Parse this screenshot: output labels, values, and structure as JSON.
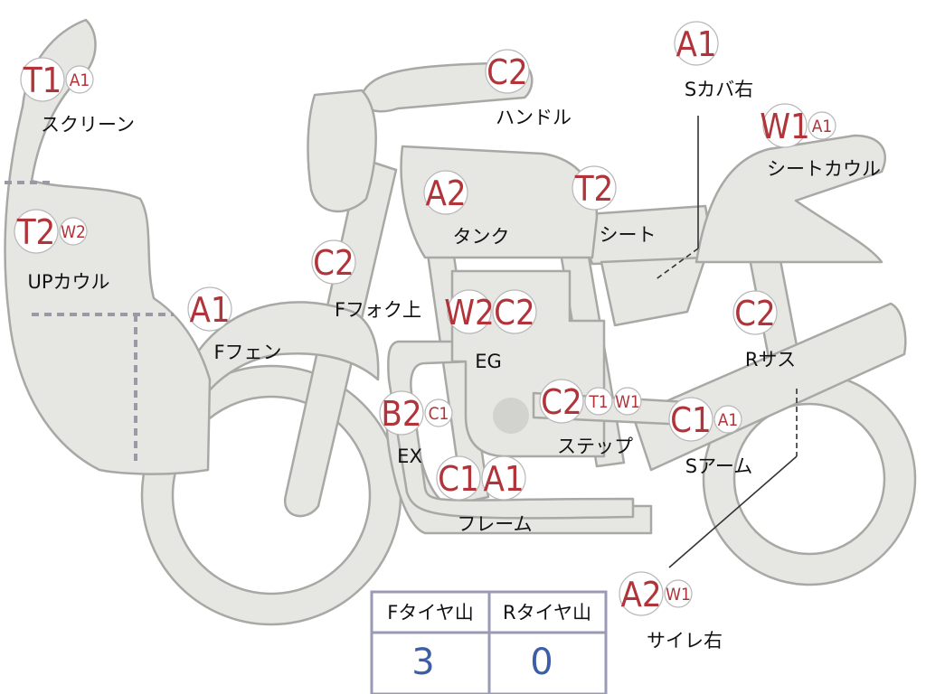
{
  "parts": [
    {
      "id": "screen",
      "label": "スクリーン",
      "badges": [
        {
          "code": "T1",
          "size": "lg"
        },
        {
          "code": "A1",
          "size": "sm"
        }
      ]
    },
    {
      "id": "up-cowl",
      "label": "UPカウル",
      "badges": [
        {
          "code": "T2",
          "size": "lg"
        },
        {
          "code": "W2",
          "size": "sm"
        }
      ]
    },
    {
      "id": "f-fender",
      "label": "Fフェン",
      "badges": [
        {
          "code": "A1",
          "size": "lg"
        }
      ]
    },
    {
      "id": "f-fork-upper",
      "label": "Fフォク上",
      "badges": [
        {
          "code": "C2",
          "size": "lg"
        }
      ]
    },
    {
      "id": "handle",
      "label": "ハンドル",
      "badges": [
        {
          "code": "C2",
          "size": "lg"
        }
      ]
    },
    {
      "id": "tank",
      "label": "タンク",
      "badges": [
        {
          "code": "A2",
          "size": "lg"
        }
      ]
    },
    {
      "id": "seat",
      "label": "シート",
      "badges": [
        {
          "code": "T2",
          "size": "lg"
        }
      ]
    },
    {
      "id": "s-cover-right",
      "label": "Sカバ右",
      "badges": [
        {
          "code": "A1",
          "size": "lg"
        }
      ]
    },
    {
      "id": "seat-cowl",
      "label": "シートカウル",
      "badges": [
        {
          "code": "W1",
          "size": "lg"
        },
        {
          "code": "A1",
          "size": "sm"
        }
      ]
    },
    {
      "id": "engine",
      "label": "EG",
      "badges": [
        {
          "code": "W2",
          "size": "lg"
        },
        {
          "code": "C2",
          "size": "lg"
        }
      ]
    },
    {
      "id": "r-sus",
      "label": "Rサス",
      "badges": [
        {
          "code": "C2",
          "size": "lg"
        }
      ]
    },
    {
      "id": "exhaust",
      "label": "EX",
      "badges": [
        {
          "code": "B2",
          "size": "lg"
        },
        {
          "code": "C1",
          "size": "sm"
        }
      ]
    },
    {
      "id": "step",
      "label": "ステップ",
      "badges": [
        {
          "code": "C2",
          "size": "lg"
        },
        {
          "code": "T1",
          "size": "sm"
        },
        {
          "code": "W1",
          "size": "sm"
        }
      ]
    },
    {
      "id": "s-arm",
      "label": "Sアーム",
      "badges": [
        {
          "code": "C1",
          "size": "lg"
        },
        {
          "code": "A1",
          "size": "sm"
        }
      ]
    },
    {
      "id": "frame",
      "label": "フレーム",
      "badges": [
        {
          "code": "C1",
          "size": "lg"
        },
        {
          "code": "A1",
          "size": "lg"
        }
      ]
    },
    {
      "id": "silencer-right",
      "label": "サイレ右",
      "badges": [
        {
          "code": "A2",
          "size": "lg"
        },
        {
          "code": "W1",
          "size": "sm"
        }
      ]
    }
  ],
  "tire_table": {
    "headers": [
      "Fタイヤ山",
      "Rタイヤ山"
    ],
    "values": [
      "3",
      "0"
    ]
  },
  "colors": {
    "badge_text": "#b0343a",
    "part_fill": "#e6e6e2",
    "part_outline": "#a8a8a4",
    "table_value": "#3c5da8"
  }
}
